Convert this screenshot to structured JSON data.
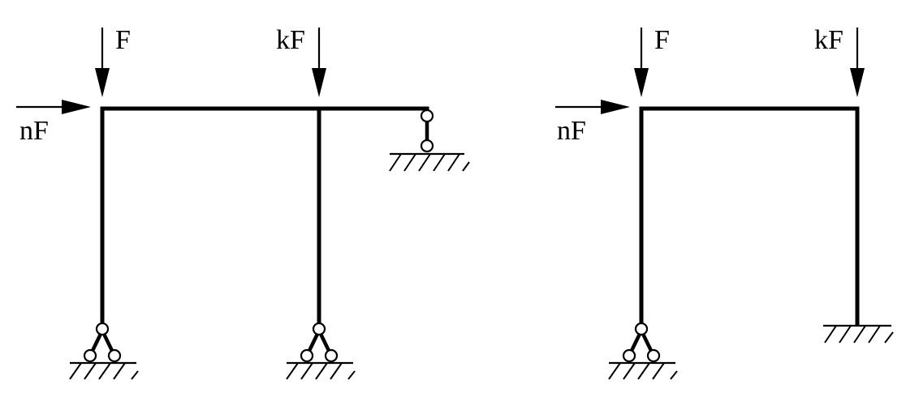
{
  "frame1": {
    "load_top_left": "F",
    "load_top_mid": "kF",
    "load_horizontal": "nF"
  },
  "frame2": {
    "load_top_left": "F",
    "load_top_right": "kF",
    "load_horizontal": "nF"
  }
}
